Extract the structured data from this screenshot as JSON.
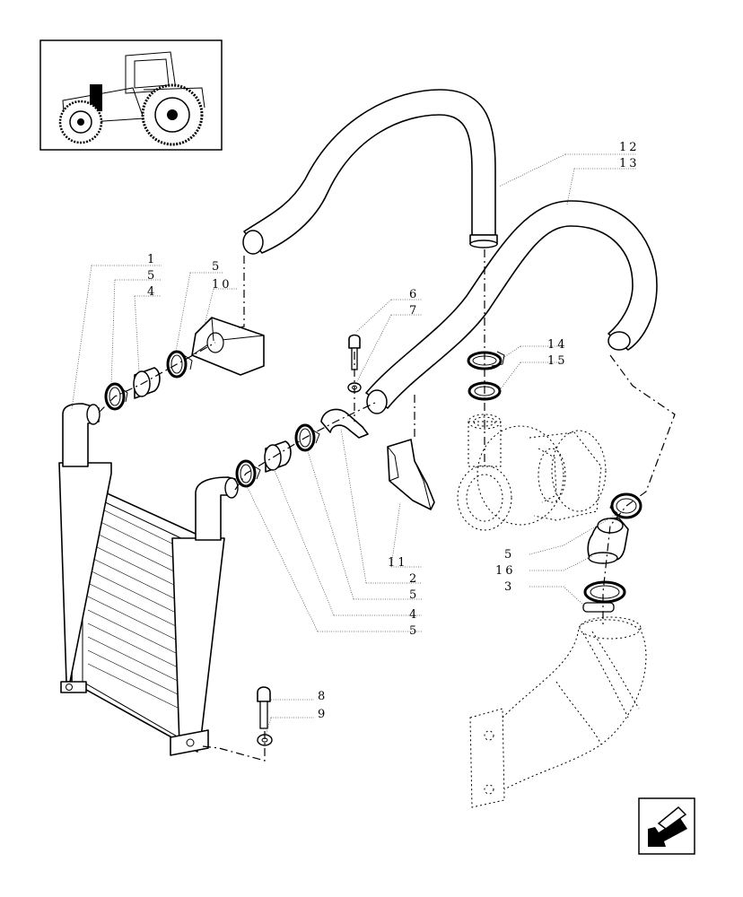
{
  "colors": {
    "line": "#000000",
    "background": "#ffffff",
    "leader": "#555555"
  },
  "thumbnail": {
    "icon": "tractor-icon"
  },
  "nav": {
    "icon": "back-arrow-icon"
  },
  "callouts": {
    "c1": "1",
    "c2": "2",
    "c3": "3",
    "c4a": "4",
    "c4b": "4",
    "c5a": "5",
    "c5b": "5",
    "c5c": "5",
    "c5d": "5",
    "c5e": "5",
    "c6": "6",
    "c7": "7",
    "c8": "8",
    "c9": "9",
    "c10": "10",
    "c11": "11",
    "c12": "12",
    "c13": "13",
    "c14": "14",
    "c15": "15",
    "c16": "16"
  }
}
